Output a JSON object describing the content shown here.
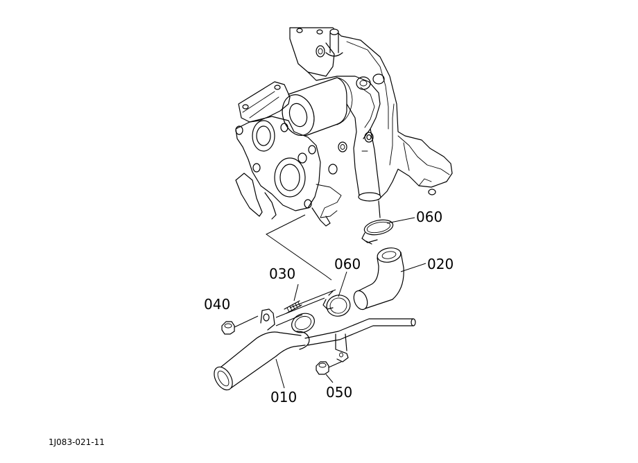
{
  "labels": {
    "p010": "010",
    "p020": "020",
    "p030": "030",
    "p040": "040",
    "p050": "050",
    "p060_upper": "060",
    "p060_lower": "060"
  },
  "reference_code": "1J083-021-11"
}
